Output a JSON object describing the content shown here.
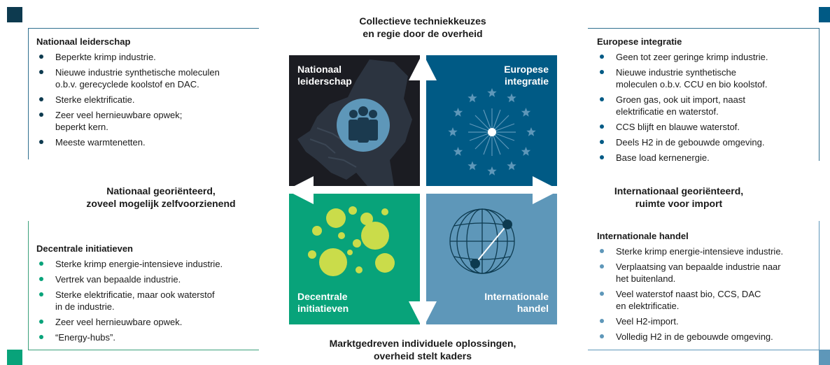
{
  "colors": {
    "navy": "#0d3a4f",
    "dark": "#1b1c22",
    "blue": "#005a85",
    "green": "#08a37a",
    "lightblue": "#5e97b9",
    "lime": "#cadc4a",
    "line_blue": "#2f6f8f",
    "line_green": "#3aa07a"
  },
  "axis": {
    "top": [
      "Collectieve techniekkeuzes",
      "en regie door de overheid"
    ],
    "bottom": [
      "Marktgedreven individuele oplossingen,",
      "overheid stelt kaders"
    ],
    "left": [
      "Nationaal georiënteerd,",
      "zoveel mogelijk zelfvoorzienend"
    ],
    "right": [
      "Internationaal georiënteerd,",
      "ruimte voor import"
    ]
  },
  "quadrants": {
    "tl": {
      "label": [
        "Nationaal",
        "leiderschap"
      ],
      "icon": "netherlands-map-people-icon"
    },
    "tr": {
      "label": [
        "Europese",
        "integratie"
      ],
      "icon": "eu-stars-icon"
    },
    "bl": {
      "label": [
        "Decentrale",
        "initiatieven"
      ],
      "icon": "circles-icon"
    },
    "br": {
      "label": [
        "Internationale",
        "handel"
      ],
      "icon": "globe-connection-icon"
    }
  },
  "panels": {
    "nationaal": {
      "title": "Nationaal leiderschap",
      "items": [
        [
          "Beperkte krimp industrie."
        ],
        [
          "Nieuwe industrie synthetische moleculen",
          "o.b.v. gerecyclede koolstof en DAC."
        ],
        [
          "Sterke elektrificatie."
        ],
        [
          "Zeer veel hernieuwbare opwek;",
          "beperkt kern."
        ],
        [
          "Meeste warmtenetten."
        ]
      ]
    },
    "europees": {
      "title": "Europese integratie",
      "items": [
        [
          "Geen tot zeer geringe krimp industrie."
        ],
        [
          "Nieuwe industrie synthetische",
          "moleculen o.b.v. CCU en bio koolstof."
        ],
        [
          "Groen gas, ook uit import, naast",
          "elektrificatie en waterstof."
        ],
        [
          "CCS blijft en blauwe waterstof."
        ],
        [
          "Deels H2 in de gebouwde omgeving."
        ],
        [
          "Base load kernenergie."
        ]
      ]
    },
    "decentraal": {
      "title": "Decentrale initiatieven",
      "items": [
        [
          "Sterke krimp energie-intensieve industrie."
        ],
        [
          "Vertrek van bepaalde industrie."
        ],
        [
          "Sterke elektrificatie, maar ook waterstof",
          "in de industrie."
        ],
        [
          "Zeer veel hernieuwbare opwek."
        ],
        [
          "“Energy-hubs”."
        ]
      ]
    },
    "internationaal": {
      "title": "Internationale handel",
      "items": [
        [
          "Sterke krimp energie-intensieve industrie."
        ],
        [
          "Verplaatsing van bepaalde industrie naar",
          "het buitenland."
        ],
        [
          "Veel waterstof naast bio, CCS, DAC",
          "en elektrificatie."
        ],
        [
          "Veel H2-import."
        ],
        [
          "Volledig H2 in de gebouwde omgeving."
        ]
      ]
    }
  }
}
